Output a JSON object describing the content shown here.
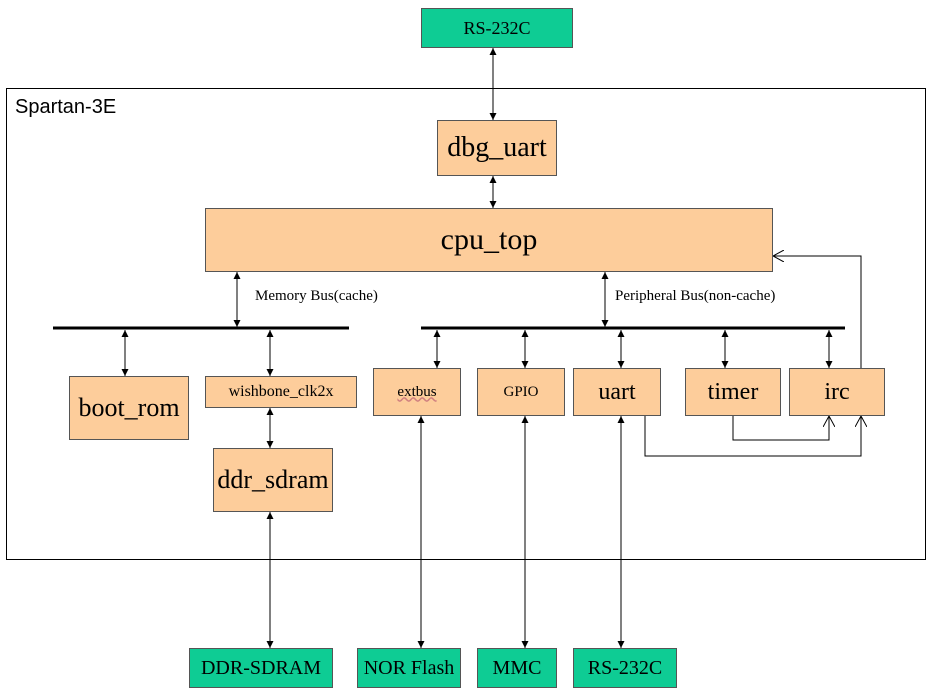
{
  "chip": {
    "label": "Spartan-3E"
  },
  "external": {
    "rs232c_top": "RS-232C",
    "ddr_sdram": "DDR-SDRAM",
    "nor_flash": "NOR Flash",
    "mmc": "MMC",
    "rs232c_bottom": "RS-232C"
  },
  "modules": {
    "dbg_uart": "dbg_uart",
    "cpu_top": "cpu_top",
    "boot_rom": "boot_rom",
    "wishbone_clk2x": "wishbone_clk2x",
    "ddr_sdram": "ddr_sdram",
    "extbus": "extbus",
    "gpio": "GPIO",
    "uart": "uart",
    "timer": "timer",
    "irc": "irc"
  },
  "buses": {
    "memory": "Memory Bus(cache)",
    "peripheral": "Peripheral Bus(non-cache)"
  },
  "colors": {
    "module_fill": "#fdcd9b",
    "external_fill": "#0ecc94"
  }
}
